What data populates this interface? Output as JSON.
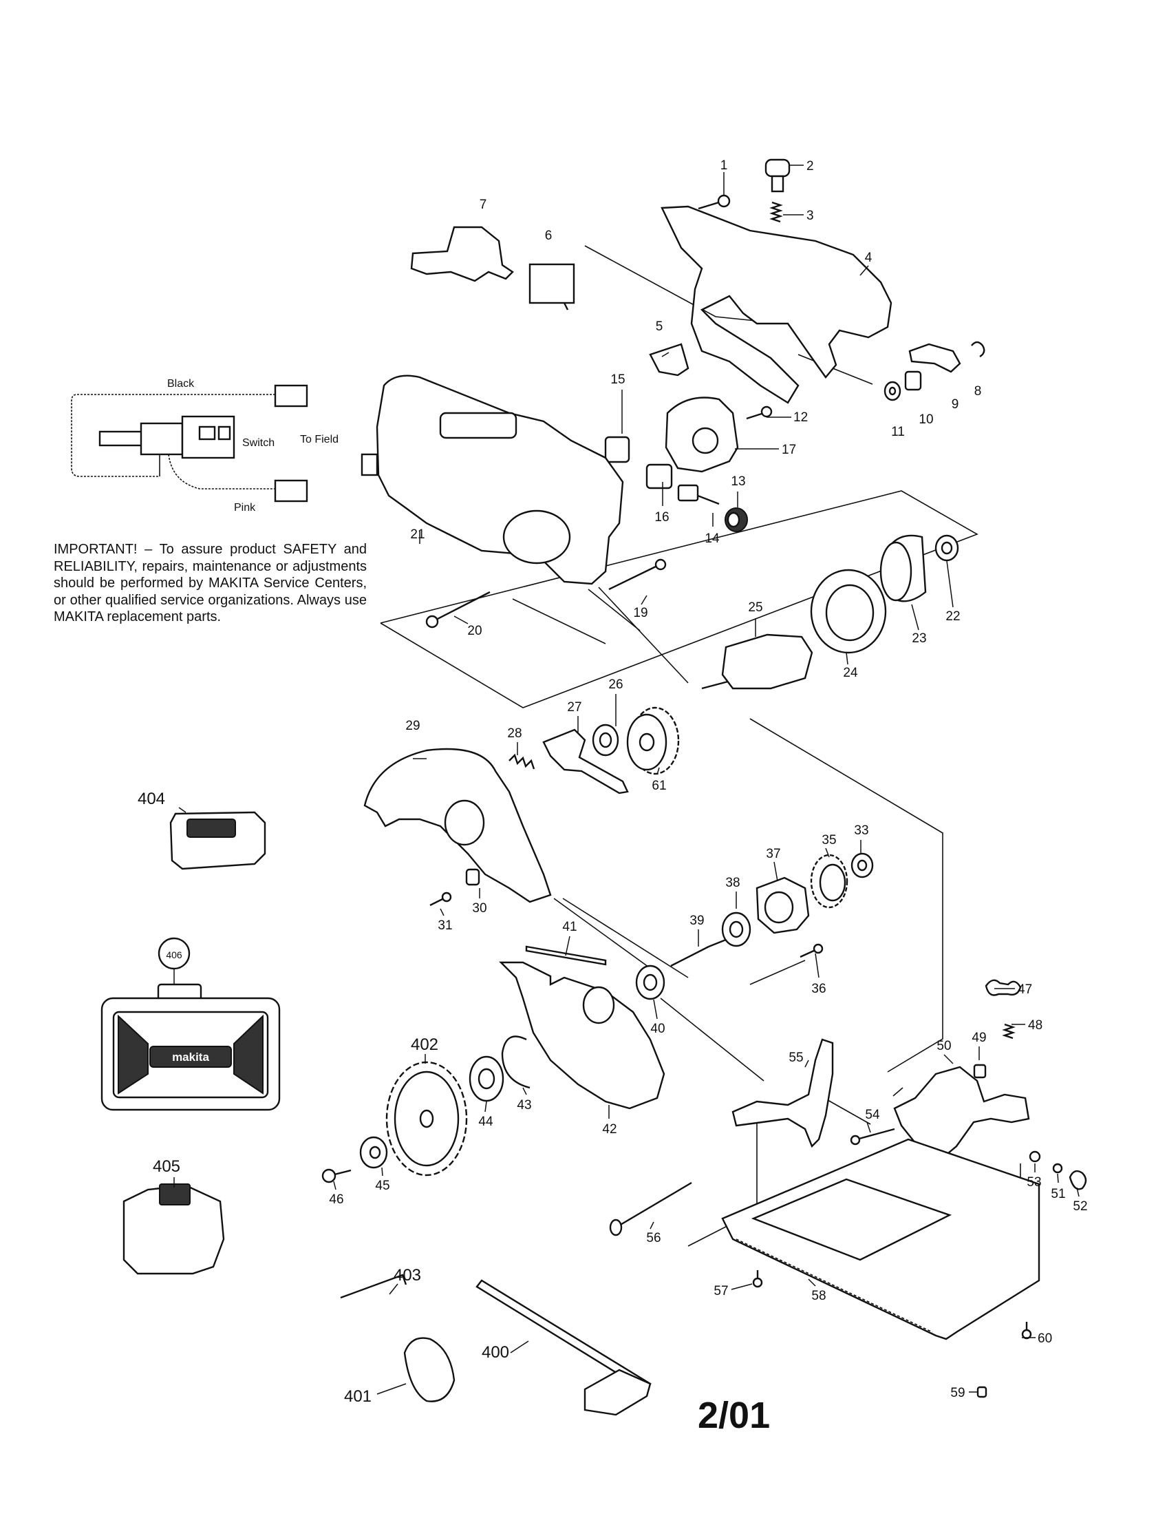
{
  "notice": "IMPORTANT! – To assure product SAFETY and RELIABILITY, repairs, maintenance or adjustments should be performed by MAKITA Service Centers, or other qualified service organizations. Always use MAKITA replacement parts.",
  "date_code": "2/01",
  "wiring": {
    "black_label": "Black",
    "pink_label": "Pink",
    "switch_label": "Switch",
    "field_label": "To Field"
  },
  "case_logo_text": "makita",
  "parts": [
    {
      "id": "p1",
      "num": "1"
    },
    {
      "id": "p2",
      "num": "2"
    },
    {
      "id": "p3",
      "num": "3"
    },
    {
      "id": "p4",
      "num": "4"
    },
    {
      "id": "p5",
      "num": "5"
    },
    {
      "id": "p6",
      "num": "6"
    },
    {
      "id": "p7",
      "num": "7"
    },
    {
      "id": "p8",
      "num": "8"
    },
    {
      "id": "p9",
      "num": "9"
    },
    {
      "id": "p10",
      "num": "10"
    },
    {
      "id": "p11",
      "num": "11"
    },
    {
      "id": "p12",
      "num": "12"
    },
    {
      "id": "p13",
      "num": "13"
    },
    {
      "id": "p14",
      "num": "14"
    },
    {
      "id": "p15",
      "num": "15"
    },
    {
      "id": "p16",
      "num": "16"
    },
    {
      "id": "p17",
      "num": "17"
    },
    {
      "id": "p19",
      "num": "19"
    },
    {
      "id": "p20",
      "num": "20"
    },
    {
      "id": "p21",
      "num": "21"
    },
    {
      "id": "p22",
      "num": "22"
    },
    {
      "id": "p23",
      "num": "23"
    },
    {
      "id": "p24",
      "num": "24"
    },
    {
      "id": "p25",
      "num": "25"
    },
    {
      "id": "p26",
      "num": "26"
    },
    {
      "id": "p27",
      "num": "27"
    },
    {
      "id": "p28",
      "num": "28"
    },
    {
      "id": "p29",
      "num": "29"
    },
    {
      "id": "p30",
      "num": "30"
    },
    {
      "id": "p31",
      "num": "31"
    },
    {
      "id": "p33",
      "num": "33"
    },
    {
      "id": "p35",
      "num": "35"
    },
    {
      "id": "p36",
      "num": "36"
    },
    {
      "id": "p37",
      "num": "37"
    },
    {
      "id": "p38",
      "num": "38"
    },
    {
      "id": "p39",
      "num": "39"
    },
    {
      "id": "p40",
      "num": "40"
    },
    {
      "id": "p41",
      "num": "41"
    },
    {
      "id": "p42",
      "num": "42"
    },
    {
      "id": "p43",
      "num": "43"
    },
    {
      "id": "p44",
      "num": "44"
    },
    {
      "id": "p45",
      "num": "45"
    },
    {
      "id": "p46",
      "num": "46"
    },
    {
      "id": "p47",
      "num": "47"
    },
    {
      "id": "p48",
      "num": "48"
    },
    {
      "id": "p49",
      "num": "49"
    },
    {
      "id": "p50",
      "num": "50"
    },
    {
      "id": "p51",
      "num": "51"
    },
    {
      "id": "p52",
      "num": "52"
    },
    {
      "id": "p53",
      "num": "53"
    },
    {
      "id": "p54",
      "num": "54"
    },
    {
      "id": "p55",
      "num": "55"
    },
    {
      "id": "p56",
      "num": "56"
    },
    {
      "id": "p57",
      "num": "57"
    },
    {
      "id": "p58",
      "num": "58"
    },
    {
      "id": "p59",
      "num": "59"
    },
    {
      "id": "p60",
      "num": "60"
    },
    {
      "id": "p61",
      "num": "61"
    },
    {
      "id": "p400",
      "num": "400"
    },
    {
      "id": "p401",
      "num": "401"
    },
    {
      "id": "p402",
      "num": "402"
    },
    {
      "id": "p403",
      "num": "403"
    },
    {
      "id": "p404",
      "num": "404"
    },
    {
      "id": "p405",
      "num": "405"
    },
    {
      "id": "p406",
      "num": "406"
    }
  ]
}
